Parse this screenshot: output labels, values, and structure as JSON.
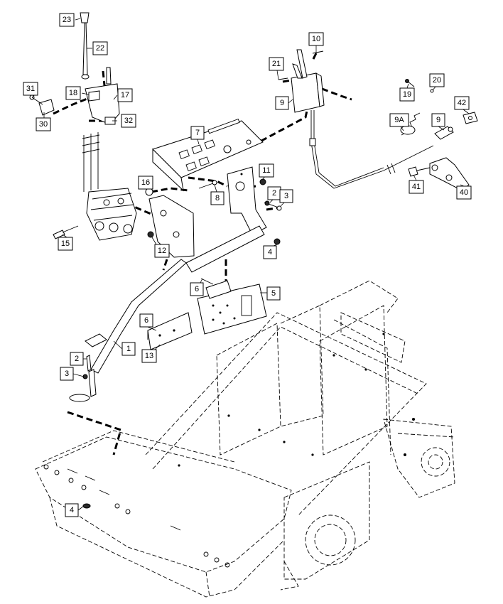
{
  "callouts": [
    {
      "id": "c-23",
      "label": "23"
    },
    {
      "id": "c-22",
      "label": "22"
    },
    {
      "id": "c-31",
      "label": "31"
    },
    {
      "id": "c-18",
      "label": "18"
    },
    {
      "id": "c-17",
      "label": "17"
    },
    {
      "id": "c-30",
      "label": "30"
    },
    {
      "id": "c-32",
      "label": "32"
    },
    {
      "id": "c-10",
      "label": "10"
    },
    {
      "id": "c-21",
      "label": "21"
    },
    {
      "id": "c-9a",
      "label": "9"
    },
    {
      "id": "c-19",
      "label": "19"
    },
    {
      "id": "c-20",
      "label": "20"
    },
    {
      "id": "c-42",
      "label": "42"
    },
    {
      "id": "c-9A",
      "label": "9A"
    },
    {
      "id": "c-9b",
      "label": "9"
    },
    {
      "id": "c-7",
      "label": "7"
    },
    {
      "id": "c-11",
      "label": "11"
    },
    {
      "id": "c-16",
      "label": "16"
    },
    {
      "id": "c-8",
      "label": "8"
    },
    {
      "id": "c-2a",
      "label": "2"
    },
    {
      "id": "c-3a",
      "label": "3"
    },
    {
      "id": "c-41",
      "label": "41"
    },
    {
      "id": "c-40",
      "label": "40"
    },
    {
      "id": "c-15",
      "label": "15"
    },
    {
      "id": "c-12",
      "label": "12"
    },
    {
      "id": "c-4a",
      "label": "4"
    },
    {
      "id": "c-6a",
      "label": "6"
    },
    {
      "id": "c-5",
      "label": "5"
    },
    {
      "id": "c-6b",
      "label": "6"
    },
    {
      "id": "c-1",
      "label": "1"
    },
    {
      "id": "c-13",
      "label": "13"
    },
    {
      "id": "c-2b",
      "label": "2"
    },
    {
      "id": "c-3b",
      "label": "3"
    },
    {
      "id": "c-4b",
      "label": "4"
    }
  ]
}
